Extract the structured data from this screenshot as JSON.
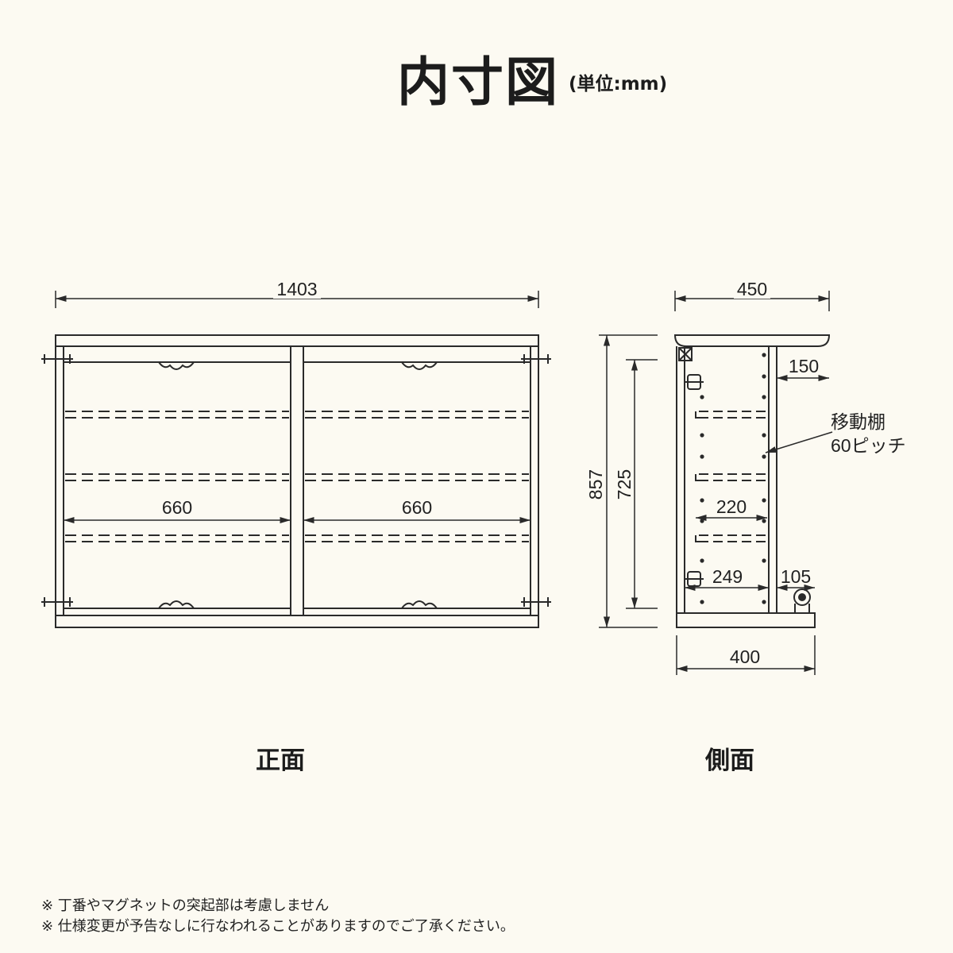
{
  "title": {
    "main": "内寸図",
    "unit": "(単位:mm)"
  },
  "front": {
    "label": "正面",
    "width_label": "1403",
    "left_inner_label": "660",
    "right_inner_label": "660"
  },
  "side": {
    "label": "側面",
    "top_width_label": "450",
    "total_height_label": "857",
    "inner_height_label": "725",
    "top_overhang_label": "150",
    "shelf_note_line1": "移動棚",
    "shelf_note_line2": "60ピッチ",
    "shelf_depth_label": "220",
    "bottom_depth_label": "249",
    "base_offset_label": "105",
    "bottom_width_label": "400"
  },
  "notes": [
    "※ 丁番やマグネットの突起部は考慮しません",
    "※ 仕様変更が予告なしに行なわれることがありますのでご了承ください。"
  ],
  "colors": {
    "background": "#fcfaf2",
    "line": "#2a2a2a"
  }
}
